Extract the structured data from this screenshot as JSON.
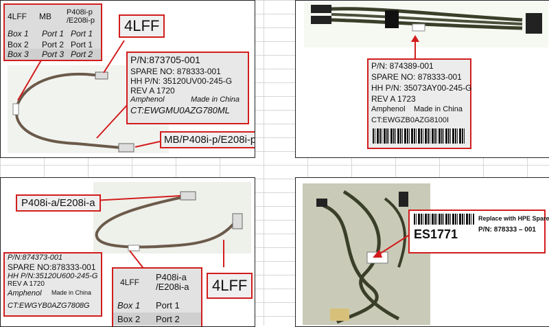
{
  "panel_tl": {
    "table": {
      "headers": [
        "4LFF",
        "MB",
        "P408i-p\n/E208i-p"
      ],
      "rows": [
        [
          "Box 1",
          "Port 1",
          "Port 1"
        ],
        [
          "Box 2",
          "Port 2",
          "Port 1"
        ],
        [
          "Box 3",
          "Port 3",
          "Port 2"
        ]
      ]
    },
    "callout_4lff": "4LFF",
    "label": {
      "pn": "P/N:873705-001",
      "spare": "SPARE  NO: 878333-001",
      "hh": "HH P/N: 35120UV00-245-G",
      "rev": "REV A        1720",
      "maker": "Amphenol",
      "origin": "Made in China",
      "ct": "CT:EWGMU0AZG780ML"
    },
    "callout_mb": "MB/P408i-p/E208i-p"
  },
  "panel_tr": {
    "label": {
      "pn": "P/N: 874389-001",
      "spare": "SPARE  NO: 878333-001",
      "hh": "HH P/N:  35073AY00-245-G",
      "rev": "REV A    1723",
      "maker": "Amphenol",
      "origin": "Made in China",
      "ct": "CT:EWGZB0AZG8100I"
    }
  },
  "panel_bl": {
    "callout_p408": "P408i-a/E208i-a",
    "label": {
      "pn": "P/N:874373-001",
      "spare": "SPARE  NO:878333-001",
      "hh": "HH P/N:35120U600-245-G",
      "rev": "REV A 1720",
      "maker": "Amphenol",
      "origin": "Made in China",
      "ct": "CT:EWGYB0AZG7808G"
    },
    "table": {
      "headers": [
        "4LFF",
        "P408i-a\n/E208i-a"
      ],
      "rows": [
        [
          "Box 1",
          "Port 1"
        ],
        [
          "Box 2",
          "Port 2"
        ]
      ]
    },
    "callout_4lff": "4LFF"
  },
  "panel_br": {
    "sticker_code": "ES1771",
    "sticker_line1": "Replace with HPE Spare",
    "sticker_pn": "P/N:  878333 – 001"
  },
  "colors": {
    "callout_border": "#d21c1c",
    "label_bg": "#e6e6e6",
    "cable": "#6b5a4a"
  }
}
